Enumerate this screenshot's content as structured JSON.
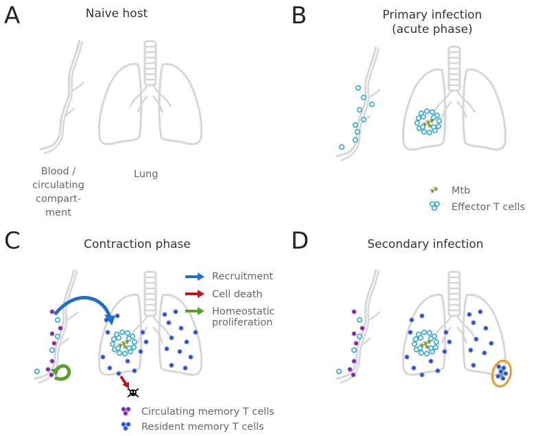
{
  "panels": {
    "a": {
      "letter": "A",
      "title": "Naive host",
      "label_blood": [
        "Blood /",
        "circulating",
        "compart-",
        "ment"
      ],
      "label_lung": "Lung"
    },
    "b": {
      "letter": "B",
      "title_line1": "Primary infection",
      "title_line2": "(acute phase)",
      "legend": [
        {
          "label": "Mtb",
          "icon": "bacteria-icon"
        },
        {
          "label": "Effector T cells",
          "icon": "effector-t-cell-icon"
        }
      ]
    },
    "c": {
      "letter": "C",
      "title": "Contraction phase",
      "legend": [
        {
          "label": "Recruitment",
          "color": "#1f6fc6"
        },
        {
          "label": "Cell death",
          "color": "#c0151b"
        },
        {
          "label": "Homeostatic",
          "label2": "proliferation",
          "color": "#5aa02c"
        }
      ],
      "bottom_legend": [
        {
          "label": "Circulating memory T cells",
          "color": "#7a2aa0"
        },
        {
          "label": "Resident memory T cells",
          "color": "#2a4fd0"
        }
      ]
    },
    "d": {
      "letter": "D",
      "title": "Secondary infection"
    }
  },
  "colors": {
    "outline": "#d6d6d6",
    "effector": "#2aa8e0",
    "mtb": "#7a9a2a",
    "circulating": "#7a2aa0",
    "resident": "#2a4fd0",
    "recruitment": "#1f6fc6",
    "death": "#c0151b",
    "proliferation": "#5aa02c",
    "highlight": "#f0962a"
  }
}
